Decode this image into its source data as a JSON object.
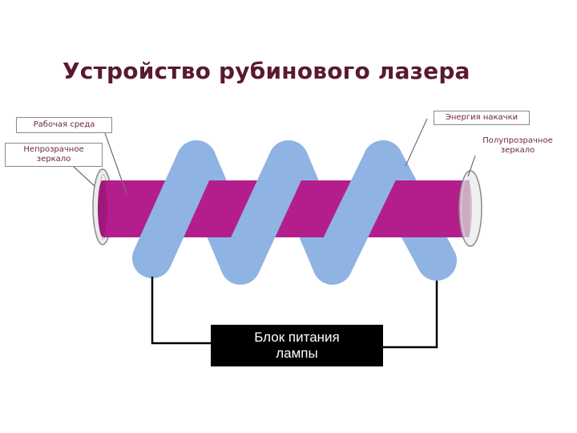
{
  "title": "Устройство рубинового лазера",
  "labels": {
    "working_medium": "Рабочая среда",
    "opaque_mirror_line1": "Непрозрачное",
    "opaque_mirror_line2": "зеркало",
    "pump_energy": "Энергия накачки",
    "semi_mirror_line1": "Полупрозрачное",
    "semi_mirror_line2": "зеркало"
  },
  "power_block": {
    "line1": "Блок питания",
    "line2": "лампы"
  },
  "colors": {
    "rod": "#b41e8c",
    "lamp": "#8fb3e2",
    "mirror_fill": "#ebebeb",
    "mirror_stroke": "#8a8a8a",
    "wire": "#000000",
    "title": "#5a1a2e"
  }
}
